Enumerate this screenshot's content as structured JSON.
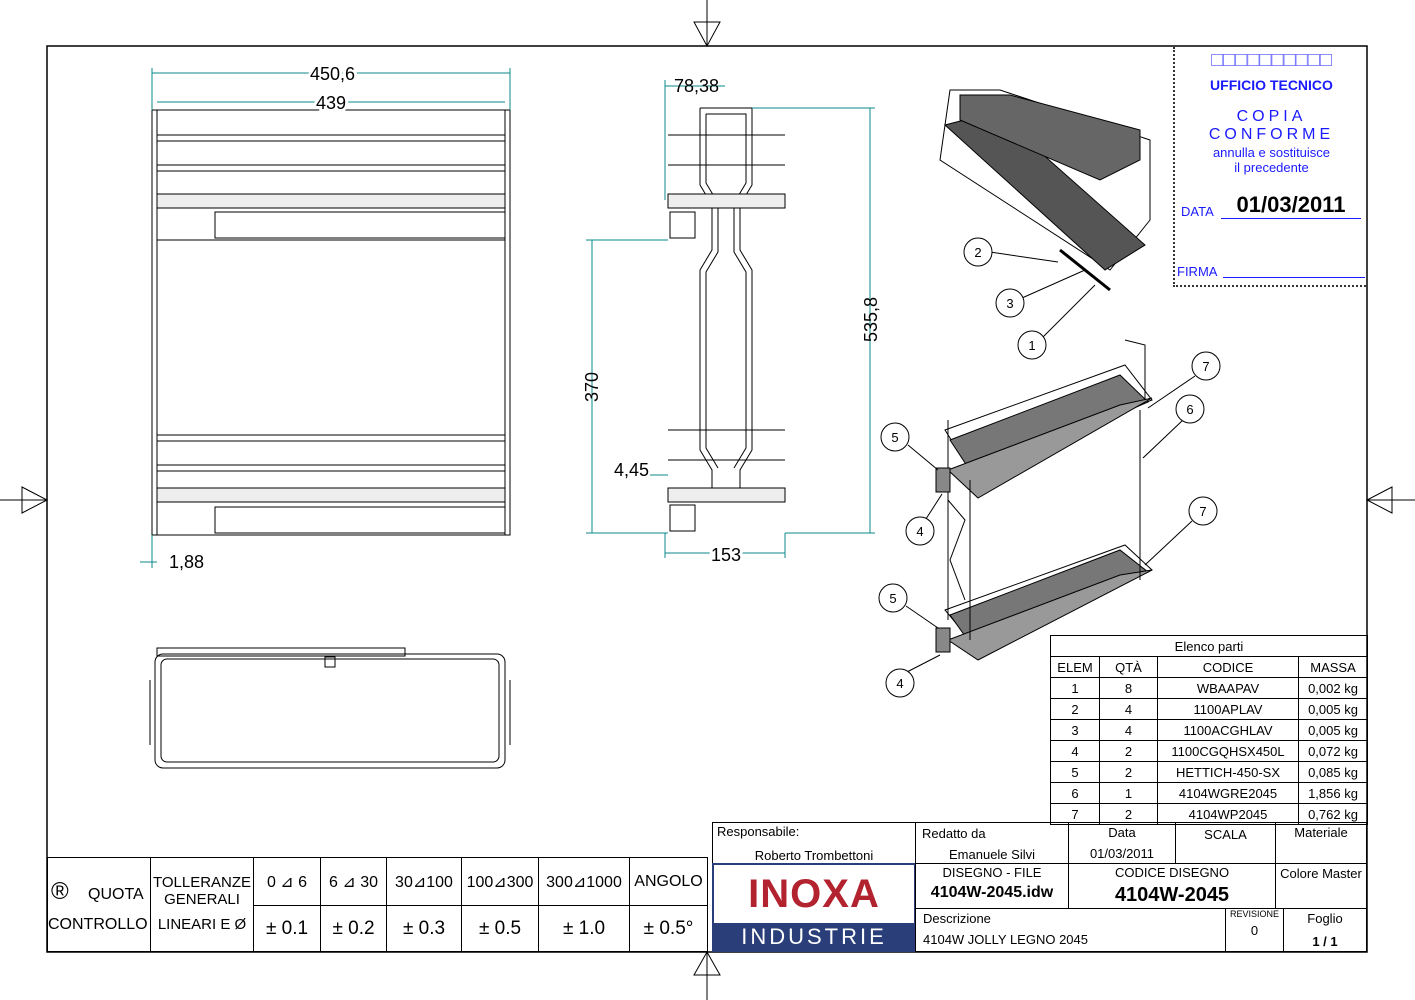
{
  "stamp": {
    "header_boxes": "□□□□□□□□□□",
    "office": "UFFICIO TECNICO",
    "copia": "COPIA",
    "conforme": "CONFORME",
    "note_line1": "annulla e sostituisce",
    "note_line2": "il precedente",
    "data_label": "DATA",
    "data_value": "01/03/2011",
    "firma_label": "FIRMA"
  },
  "dimensions": {
    "front_overall_width": "450,6",
    "front_inner_width": "439",
    "front_offset": "1,88",
    "side_top_offset": "78,38",
    "side_height": "535,8",
    "side_inner_height": "370",
    "side_bottom_offset": "4,45",
    "side_depth": "153"
  },
  "balloons": [
    "1",
    "2",
    "3",
    "4",
    "4",
    "5",
    "5",
    "6",
    "7",
    "7"
  ],
  "parts_list": {
    "title": "Elenco parti",
    "headers": [
      "ELEM",
      "QTÀ",
      "CODICE",
      "MASSA"
    ],
    "rows": [
      [
        "1",
        "8",
        "WBAAPAV",
        "0,002 kg"
      ],
      [
        "2",
        "4",
        "1100APLAV",
        "0,005 kg"
      ],
      [
        "3",
        "4",
        "1100ACGHLAV",
        "0,005 kg"
      ],
      [
        "4",
        "2",
        "1100CGQHSX450L",
        "0,072 kg"
      ],
      [
        "5",
        "2",
        "HETTICH-450-SX",
        "0,085 kg"
      ],
      [
        "6",
        "1",
        "4104WGRE2045",
        "1,856 kg"
      ],
      [
        "7",
        "2",
        "4104WP2045",
        "0,762 kg"
      ]
    ]
  },
  "title_block": {
    "responsabile_label": "Responsabile:",
    "responsabile": "Roberto Trombettoni",
    "redatto_label": "Redatto  da",
    "redatto": "Emanuele Silvi",
    "data_label": "Data",
    "data": "01/03/2011",
    "scala_label": "SCALA",
    "materiale_label": "Materiale",
    "disegno_label": "DISEGNO - FILE",
    "disegno": "4104W-2045.idw",
    "codice_label": "CODICE DISEGNO",
    "codice": "4104W-2045",
    "colore_label": "Colore Master",
    "descrizione_label": "Descrizione",
    "descrizione": "4104W JOLLY LEGNO 2045",
    "revisione_label": "REVISIONE",
    "revisione": "0",
    "foglio_label": "Foglio",
    "foglio": "1 /  1",
    "logo_top": "INOXA",
    "logo_bottom": "INDUSTRIE",
    "logo_red": "#b3232f",
    "logo_blue": "#2a3f7a"
  },
  "tolerances": {
    "reg_symbol": "®",
    "quota": "QUOTA",
    "controllo": "CONTROLLO",
    "tolleranze": "TOLLERANZE",
    "generali": "GENERALI",
    "lineari": "LINEARI E Ø",
    "ranges": [
      "0 ⊿ 6",
      "6 ⊿ 30",
      "30⊿100",
      "100⊿300",
      "300⊿1000",
      "ANGOLO"
    ],
    "values": [
      "± 0.1",
      "± 0.2",
      "± 0.3",
      "± 0.5",
      "± 1.0",
      "± 0.5°"
    ]
  }
}
